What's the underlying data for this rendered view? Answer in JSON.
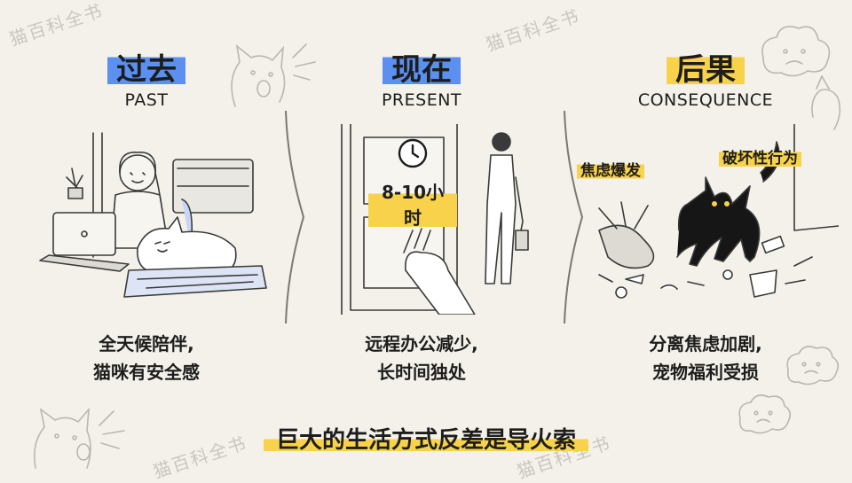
{
  "watermark": "猫百科全书",
  "columns": [
    {
      "title": "过去",
      "subtitle": "PAST",
      "caption_line1": "全天候陪伴,",
      "caption_line2": "猫咪有安全感",
      "accent": "#5b8ff0"
    },
    {
      "title": "现在",
      "subtitle": "PRESENT",
      "caption_line1": "远程办公减少,",
      "caption_line2": "长时间独处",
      "accent": "#5b8ff0",
      "timer_label": "8-10小时"
    },
    {
      "title": "后果",
      "subtitle": "CONSEQUENCE",
      "caption_line1": "分离焦虑加剧,",
      "caption_line2": "宠物福利受损",
      "accent": "#f7d24a",
      "tag_left": "焦虑爆发",
      "tag_right": "破坏性行为"
    }
  ],
  "footer": "巨大的生活方式反差是导火索",
  "icons": [
    "clock-icon",
    "angry-cat-sketch",
    "worried-cloud-face",
    "separator-chevron"
  ],
  "colors": {
    "background": "#f3f1ea",
    "blue_highlight": "#5b8ff0",
    "yellow_highlight": "#f7d24a"
  }
}
